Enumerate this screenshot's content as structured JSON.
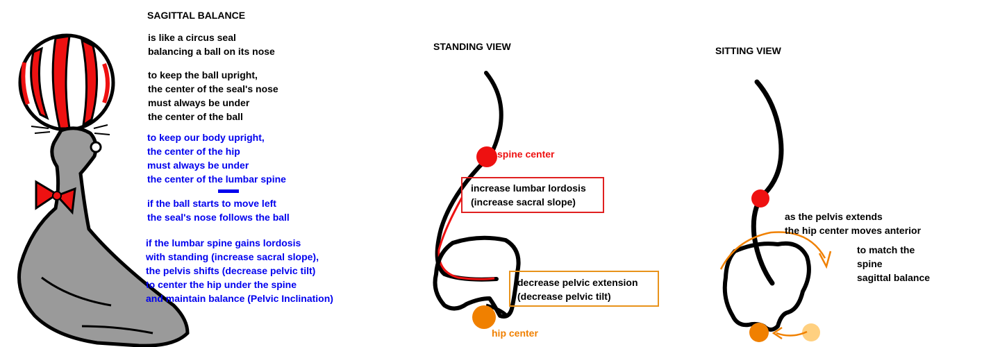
{
  "title": "SAGITTAL BALANCE",
  "seal_text": {
    "intro": [
      "is like a circus seal",
      "balancing a ball on its nose"
    ],
    "ball_rule": [
      "to keep the ball upright,",
      "the center of the seal's nose",
      "must always be under",
      "the center of the ball"
    ],
    "body_rule": [
      "to keep our body upright,",
      "the center of the hip",
      "must always be under",
      "the center of the lumbar spine"
    ],
    "follow_rule": [
      "if the ball starts to move left",
      "the seal's nose follows the ball"
    ],
    "lordosis_rule": [
      "if the lumbar spine gains lordosis",
      "with standing (increase sacral slope),",
      "the pelvis shifts (decrease pelvic tilt)",
      "to center the hip under the spine",
      "and maintain balance (Pelvic Inclination)"
    ]
  },
  "standing": {
    "heading": "STANDING VIEW",
    "spine_label": "spine center",
    "lordosis_box": [
      "increase lumbar lordosis",
      "(increase sacral slope)"
    ],
    "pelvic_box": [
      "decrease pelvic extension",
      "(decrease pelvic tilt)"
    ],
    "hip_label": "hip center"
  },
  "sitting": {
    "heading": "SITTING VIEW",
    "pelvis_note": [
      "as the pelvis extends",
      "the hip center moves anterior"
    ],
    "match_note": [
      "to match the",
      "spine",
      "sagittal balance"
    ]
  },
  "colors": {
    "spine_center": "#ee1111",
    "hip_center": "#f08000",
    "hip_center_moved": "#ffd080",
    "explanation_text": "#0000ee",
    "seal_body": "#9a9a9a",
    "ball_stripes": "#ee1111"
  }
}
